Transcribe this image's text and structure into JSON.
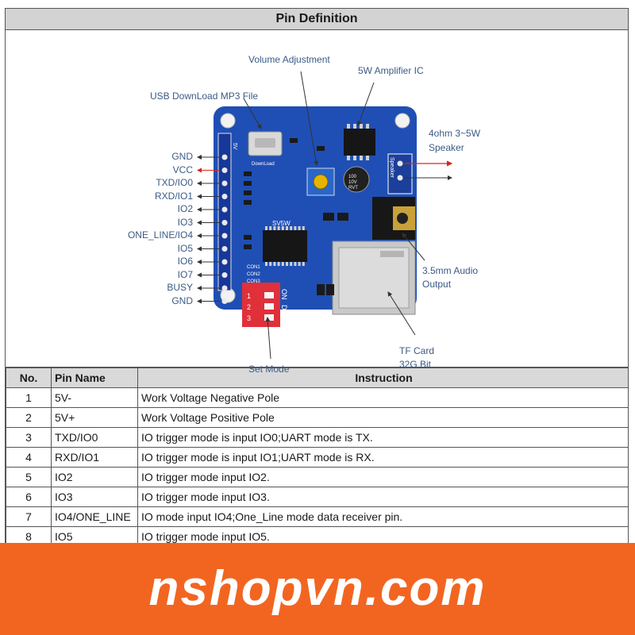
{
  "sheet": {
    "title": "Pin Definition"
  },
  "figure": {
    "callouts": {
      "volume": "Volume Adjustment",
      "amp": "5W Amplifier IC",
      "usb": "USB DownLoad MP3 File",
      "speaker_1": "4ohm 3~5W",
      "speaker_2": "Speaker",
      "audio_1": "3.5mm Audio",
      "audio_2": "Output",
      "tf_1": "TF Card",
      "tf_2": "32G Bit",
      "mode": "Set Mode"
    },
    "pin_labels": [
      "GND",
      "VCC",
      "TXD/IO0",
      "RXD/IO1",
      "IO2",
      "IO3",
      "ONE_LINE/IO4",
      "IO5",
      "IO6",
      "IO7",
      "BUSY",
      "GND"
    ],
    "board_text": {
      "silk_5v": "5V",
      "download": "DownLoad",
      "cap_1": "100",
      "cap_2": "10V",
      "cap_3": "RVT",
      "speaker": "Speaker",
      "model": "SV5W",
      "con1": "CON1",
      "con2": "CON2",
      "con3": "CON3",
      "on": "ON",
      "dp": "DP",
      "sw_1": "1",
      "sw_2": "2",
      "sw_3": "3"
    },
    "colors": {
      "board": "#1f4fb5",
      "label": "#3a5b86",
      "arrow_red": "#d9261c"
    }
  },
  "table": {
    "headers": {
      "no": "No.",
      "name": "Pin Name",
      "instruction": "Instruction"
    },
    "rows": [
      {
        "no": "1",
        "name": "5V-",
        "instruction": "Work Voltage Negative Pole"
      },
      {
        "no": "2",
        "name": "5V+",
        "instruction": "Work Voltage Positive Pole"
      },
      {
        "no": "3",
        "name": "TXD/IO0",
        "instruction": "IO trigger mode is input IO0;UART mode is TX."
      },
      {
        "no": "4",
        "name": "RXD/IO1",
        "instruction": "IO trigger mode is input IO1;UART mode is RX."
      },
      {
        "no": "5",
        "name": "IO2",
        "instruction": "IO trigger mode input IO2."
      },
      {
        "no": "6",
        "name": "IO3",
        "instruction": "IO trigger mode input IO3."
      },
      {
        "no": "7",
        "name": "IO4/ONE_LINE",
        "instruction": "IO mode input IO4;One_Line mode data receiver pin."
      },
      {
        "no": "8",
        "name": "IO5",
        "instruction": "IO trigger mode input IO5."
      },
      {
        "no": "",
        "name": "",
        "instruction": ""
      }
    ]
  },
  "footer": {
    "brand": "nshopvn.com",
    "color": "#f26521"
  }
}
